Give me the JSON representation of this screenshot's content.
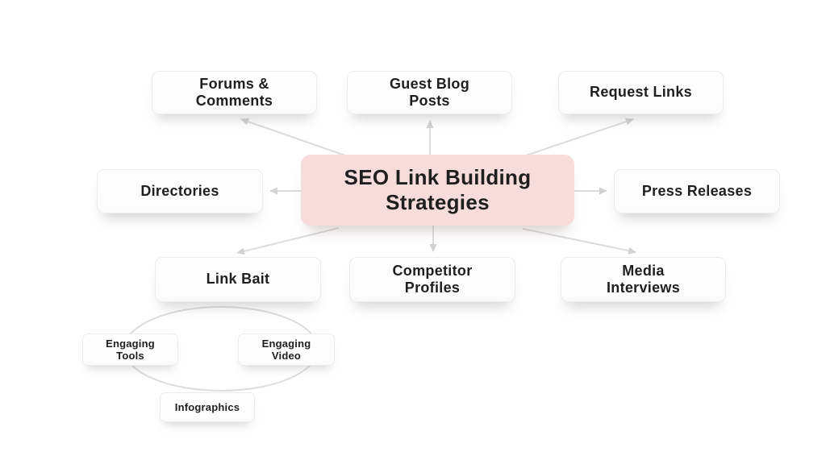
{
  "diagram": {
    "center": {
      "label": "SEO Link Building\nStrategies"
    },
    "nodes": [
      {
        "id": "forums-comments",
        "label": "Forums &\nComments"
      },
      {
        "id": "guest-blog-posts",
        "label": "Guest Blog\nPosts"
      },
      {
        "id": "request-links",
        "label": "Request Links"
      },
      {
        "id": "directories",
        "label": "Directories"
      },
      {
        "id": "press-releases",
        "label": "Press Releases"
      },
      {
        "id": "link-bait",
        "label": "Link Bait"
      },
      {
        "id": "competitor-profiles",
        "label": "Competitor\nProfiles"
      },
      {
        "id": "media-interviews",
        "label": "Media\nInterviews"
      }
    ],
    "subnodes": [
      {
        "id": "engaging-tools",
        "label": "Engaging\nTools"
      },
      {
        "id": "engaging-video",
        "label": "Engaging\nVideo"
      },
      {
        "id": "infographics",
        "label": "Infographics"
      }
    ],
    "colors": {
      "background": "#ffffff",
      "center_fill": "#f7dcdc",
      "node_fill": "#fdfdfd",
      "node_border": "#ececec",
      "connector": "#dcdcdc",
      "text": "#1f1f1f"
    }
  }
}
